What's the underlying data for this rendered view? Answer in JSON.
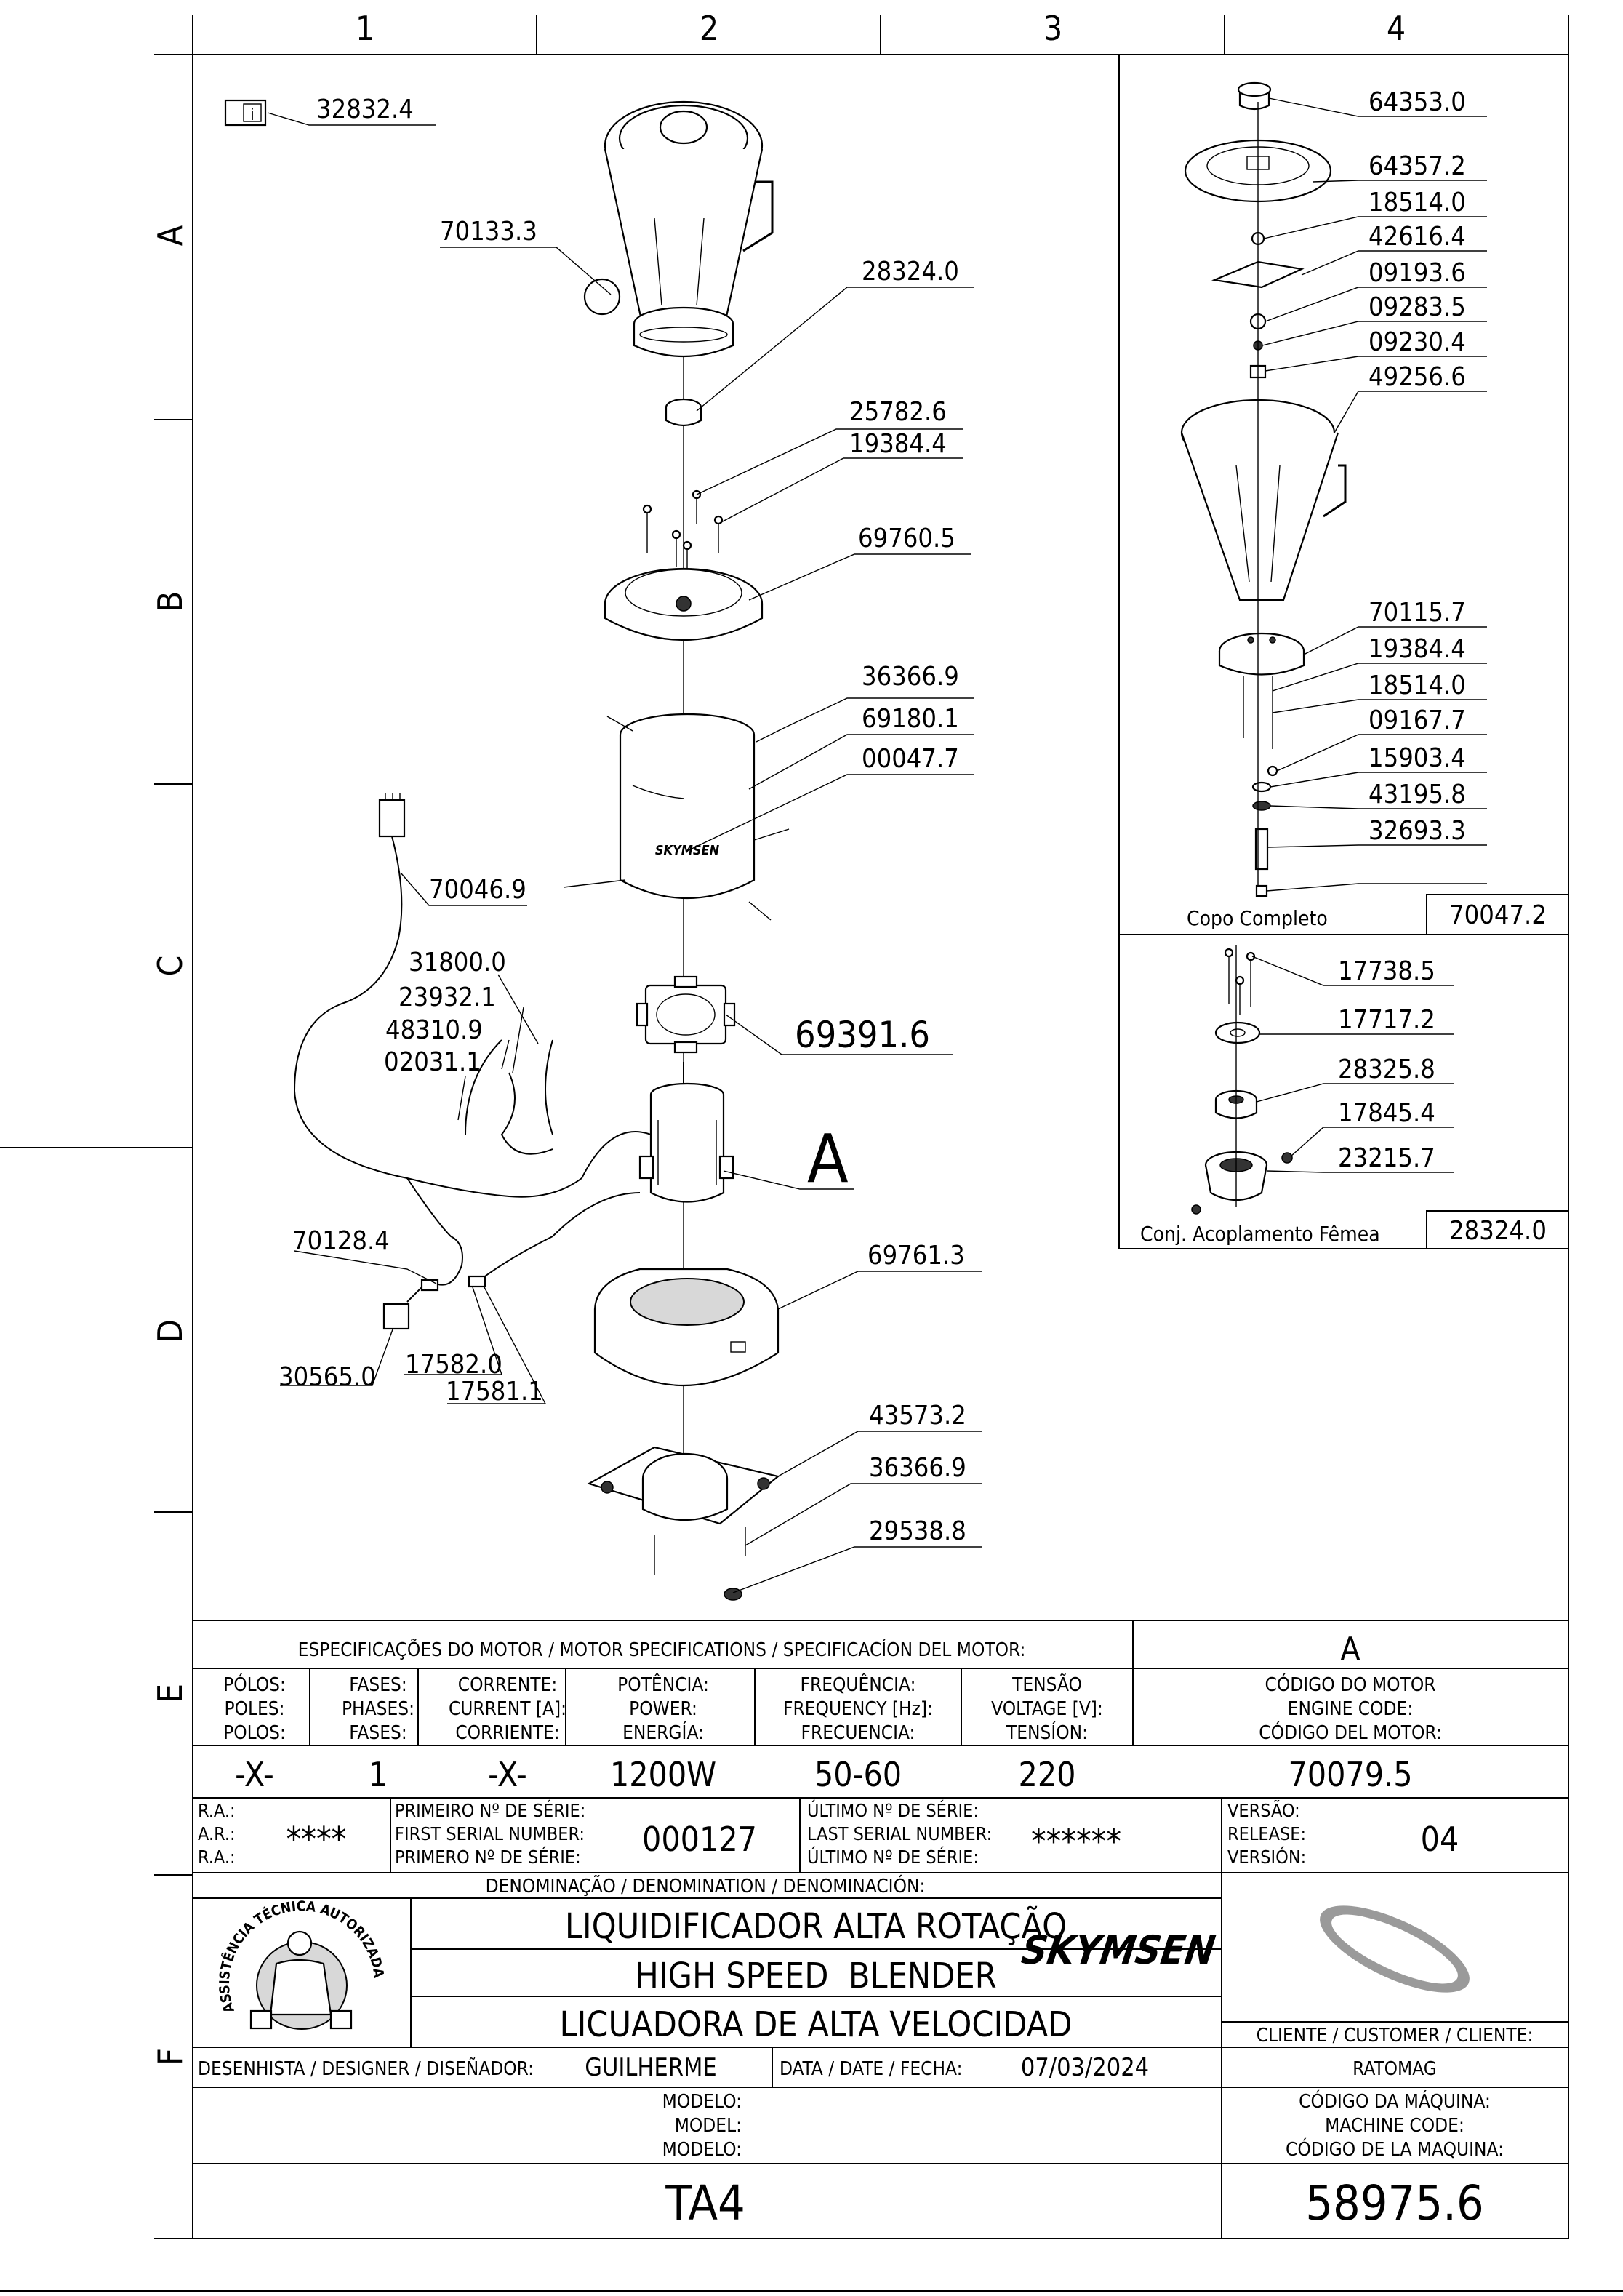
{
  "grid": {
    "columns": [
      "1",
      "2",
      "3",
      "4"
    ],
    "rows": [
      "A",
      "B",
      "C",
      "D",
      "E",
      "F"
    ]
  },
  "main_callouts": [
    {
      "id": "c1",
      "label": "32832.4"
    },
    {
      "id": "c2",
      "label": "70133.3"
    },
    {
      "id": "c3",
      "label": "28324.0"
    },
    {
      "id": "c4",
      "label": "25782.6"
    },
    {
      "id": "c5",
      "label": "19384.4"
    },
    {
      "id": "c6",
      "label": "69760.5"
    },
    {
      "id": "c7",
      "label": "36366.9"
    },
    {
      "id": "c8",
      "label": "69180.1"
    },
    {
      "id": "c9",
      "label": "00047.7"
    },
    {
      "id": "c10",
      "label": "70046.9"
    },
    {
      "id": "c11",
      "label": "31800.0"
    },
    {
      "id": "c12",
      "label": "23932.1"
    },
    {
      "id": "c13",
      "label": "48310.9"
    },
    {
      "id": "c14",
      "label": "02031.1"
    },
    {
      "id": "c15",
      "label": "69391.6"
    },
    {
      "id": "c16",
      "label": "A"
    },
    {
      "id": "c17",
      "label": "70128.4"
    },
    {
      "id": "c18",
      "label": "69761.3"
    },
    {
      "id": "c19",
      "label": "30565.0"
    },
    {
      "id": "c20",
      "label": "17582.0"
    },
    {
      "id": "c21",
      "label": "17581.1"
    },
    {
      "id": "c22",
      "label": "43573.2"
    },
    {
      "id": "c23",
      "label": "36366.9"
    },
    {
      "id": "c24",
      "label": "29538.8"
    }
  ],
  "cup_assembly": {
    "callouts": [
      "64353.0",
      "64357.2",
      "18514.0",
      "42616.4",
      "09193.6",
      "09283.5",
      "09230.4",
      "49256.6",
      "70115.7",
      "19384.4",
      "18514.0",
      "09167.7",
      "15903.4",
      "43195.8",
      "32693.3"
    ],
    "caption": "Copo Completo",
    "code": "70047.2"
  },
  "coupling_assembly": {
    "callouts": [
      "17738.5",
      "17717.2",
      "28325.8",
      "17845.4",
      "23215.7"
    ],
    "caption": "Conj. Acoplamento Fêmea",
    "code": "28324.0"
  },
  "brand": "SKYMSEN",
  "motor_specs": {
    "title": "ESPECIFICAÇÕES DO MOTOR / MOTOR SPECIFICATIONS / SPECIFICACÍON DEL MOTOR:",
    "motor_letter": "A",
    "columns": [
      {
        "h1": "PÓLOS:",
        "h2": "POLES:",
        "h3": "POLOS:",
        "value": "-X-"
      },
      {
        "h1": "FASES:",
        "h2": "PHASES:",
        "h3": "FASES:",
        "value": "1"
      },
      {
        "h1": "CORRENTE:",
        "h2": "CURRENT [A]:",
        "h3": "CORRIENTE:",
        "value": "-X-"
      },
      {
        "h1": "POTÊNCIA:",
        "h2": "POWER:",
        "h3": "ENERGÍA:",
        "value": "1200W"
      },
      {
        "h1": "FREQUÊNCIA:",
        "h2": "FREQUENCY [Hz]:",
        "h3": "FRECUENCIA:",
        "value": "50-60"
      },
      {
        "h1": "TENSÃO",
        "h2": "VOLTAGE [V]:",
        "h3": "TENSÍON:",
        "value": "220"
      },
      {
        "h1": "CÓDIGO DO MOTOR",
        "h2": "ENGINE CODE:",
        "h3": "CÓDIGO DEL MOTOR:",
        "value": "70079.5"
      }
    ]
  },
  "serial": {
    "ra_labels": [
      "R.A.:",
      "A.R.:",
      "R.A.:"
    ],
    "ra_value": "****",
    "first_labels": [
      "PRIMEIRO Nº DE SÉRIE:",
      "FIRST SERIAL NUMBER:",
      "PRIMERO Nº DE SÉRIE:"
    ],
    "first_value": "000127",
    "last_labels": [
      "ÚLTIMO Nº DE SÉRIE:",
      "LAST SERIAL NUMBER:",
      "ÚLTIMO Nº DE SÉRIE:"
    ],
    "last_value": "******",
    "version_labels": [
      "VERSÃO:",
      "RELEASE:",
      "VERSIÓN:"
    ],
    "version_value": "04"
  },
  "denomination": {
    "label": "DENOMINAÇÃO / DENOMINATION / DENOMINACIÓN:",
    "lines": [
      "LIQUIDIFICADOR ALTA ROTAÇÃO",
      "HIGH SPEED  BLENDER",
      "LICUADORA DE ALTA VELOCIDAD"
    ]
  },
  "seal": {
    "text": "ASSISTÊNCIA TÉCNICA AUTORIZADA"
  },
  "customer": {
    "label": "CLIENTE / CUSTOMER / CLIENTE:",
    "value": "RATOMAG"
  },
  "designer": {
    "label": "DESENHISTA / DESIGNER / DISEÑADOR:",
    "value": "GUILHERME",
    "date_label": "DATA / DATE / FECHA:",
    "date_value": "07/03/2024"
  },
  "model": {
    "labels": [
      "MODELO:",
      "MODEL:",
      "MODELO:"
    ],
    "value": "TA4"
  },
  "machine_code": {
    "labels": [
      "CÓDIGO DA MÁQUINA:",
      "MACHINE CODE:",
      "CÓDIGO DE LA MAQUINA:"
    ],
    "value": "58975.6"
  }
}
